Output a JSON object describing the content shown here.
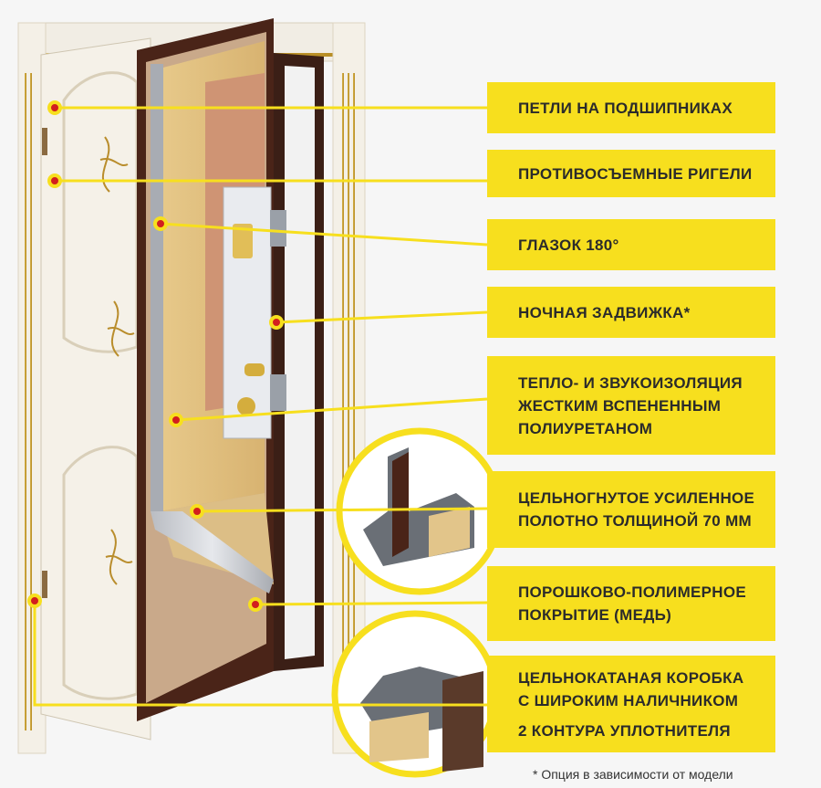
{
  "labels": [
    {
      "lines": [
        "ПЕТЛИ НА ПОДШИПНИКАХ"
      ]
    },
    {
      "lines": [
        "ПРОТИВОСЪЕМНЫЕ РИГЕЛИ"
      ]
    },
    {
      "lines": [
        "ГЛАЗОК 180°"
      ]
    },
    {
      "lines": [
        "НОЧНАЯ ЗАДВИЖКА*"
      ]
    },
    {
      "lines": [
        "ТЕПЛО- И ЗВУКОИЗОЛЯЦИЯ",
        "ЖЕСТКИМ ВСПЕНЕННЫМ",
        "ПОЛИУРЕТАНОМ"
      ]
    },
    {
      "lines": [
        "ЦЕЛЬНОГНУТОЕ УСИЛЕННОЕ",
        "ПОЛОТНО ТОЛЩИНОЙ 70 ММ"
      ]
    },
    {
      "lines": [
        "ПОРОШКОВО-ПОЛИМЕРНОЕ",
        "ПОКРЫТИЕ (МЕДЬ)"
      ]
    },
    {
      "lines": [
        "ЦЕЛЬНОКАТАНАЯ КОРОБКА",
        "С ШИРОКИМ НАЛИЧНИКОМ",
        "",
        "2 КОНТУРА УПЛОТНИТЕЛЯ"
      ]
    }
  ],
  "footnote": "* Опция  в зависимости от модели",
  "colors": {
    "accent": "#f7df1e",
    "marker": "#d21f1f",
    "door_frame": "#4a2418",
    "door_panel": "#f3efe6"
  }
}
